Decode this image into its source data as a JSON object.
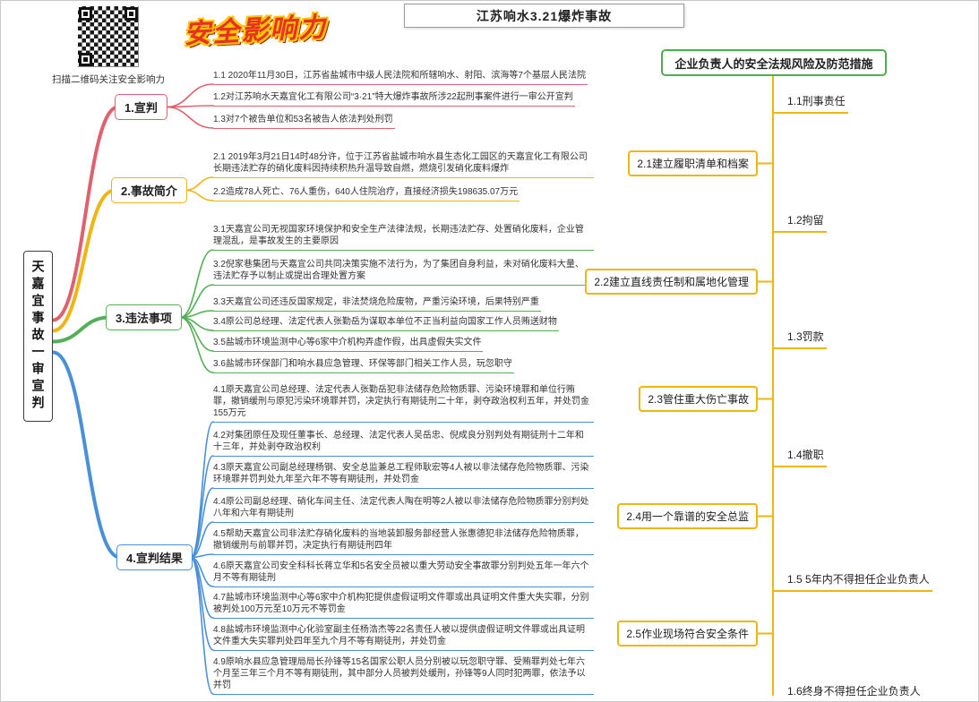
{
  "header": {
    "qr_caption": "扫描二维码关注安全影响力",
    "logo": "安全影响力",
    "title": "江苏响水3.21爆炸事故"
  },
  "center": {
    "label": "天嘉宜事故一审宣判"
  },
  "colors": {
    "branch1_red": "#e0606e",
    "branch2_yellow": "#efb510",
    "branch3_green": "#54b057",
    "branch4_blue": "#4a90d9",
    "panel_green": "#4cae4f",
    "panel_yellow": "#efb510"
  },
  "branches": [
    {
      "label": "1.宣判",
      "items": [
        "1.1 2020年11月30日，江苏省盐城市中级人民法院和所辖响水、射阳、滨海等7个基层人民法院",
        "1.2对江苏响水天嘉宜化工有限公司“3·21”特大爆炸事故所涉22起刑事案件进行一审公开宣判",
        "1.3对7个被告单位和53名被告人依法判处刑罚"
      ]
    },
    {
      "label": "2.事故简介",
      "items": [
        "2.1 2019年3月21日14时48分许，位于江苏省盐城市响水县生态化工园区的天嘉宜化工有限公司长期违法贮存的硝化废料因持续积热升温导致自燃，燃烧引发硝化废料爆炸",
        "2.2造成78人死亡、76人重伤，640人住院治疗，直接经济损失198635.07万元"
      ]
    },
    {
      "label": "3.违法事项",
      "items": [
        "3.1天嘉宜公司无视国家环境保护和安全生产法律法规，长期违法贮存、处置硝化废料，企业管理混乱，是事故发生的主要原因",
        "3.2倪家巷集团与天嘉宜公司共同决策实施不法行为，为了集团自身利益，未对硝化废料大量、违法贮存予以制止或提出合理处置方案",
        "3.3天嘉宜公司还违反国家规定，非法焚烧危险废物，严重污染环境，后果特别严重",
        "3.4原公司总经理、法定代表人张勤岳为谋取本单位不正当利益向国家工作人员贿送财物",
        "3.5盐城市环境监测中心等6家中介机构弄虚作假，出具虚假失实文件",
        "3.6盐城市环保部门和响水县应急管理、环保等部门相关工作人员，玩忽职守"
      ]
    },
    {
      "label": "4.宣判结果",
      "items": [
        "4.1原天嘉宜公司总经理、法定代表人张勤岳犯非法储存危险物质罪、污染环境罪和单位行贿罪，撤销缓刑与原犯污染环境罪并罚，决定执行有期徒刑二十年，剥夺政治权利五年，并处罚金155万元",
        "4.2对集团原任及现任董事长、总经理、法定代表人吴岳忠、倪成良分别判处有期徒刑十二年和十三年，并处剥夺政治权利",
        "4.3原天嘉宜公司副总经理杨钢、安全总监兼总工程师耿宏等4人被以非法储存危险物质罪、污染环境罪并罚判处九年至六年不等有期徒刑，并处罚金",
        "4.4原公司副总经理、硝化车间主任、法定代表人陶在明等2人被以非法储存危险物质罪分别判处八年和六年有期徒刑",
        "4.5帮助天嘉宜公司非法贮存硝化废料的当地装卸服务部经营人张惠德犯非法储存危险物质罪，撤销缓刑与前罪并罚，决定执行有期徒刑四年",
        "4.6原天嘉宜公司安全科科长蒋立华和5名安全员被以重大劳动安全事故罪分别判处五年一年六个月不等有期徒刑",
        "4.7盐城市环境监测中心等6家中介机构犯提供虚假证明文件罪或出具证明文件重大失实罪，分别被判处100万元至10万元不等罚金",
        "4.8盐城市环境监测中心化验室副主任杨浩杰等22名责任人被以提供虚假证明文件罪或出具证明文件重大失实罪判处四年至九个月不等有期徒刑，并处罚金",
        "4.9原响水县应急管理局局长孙锋等15名国家公职人员分别被以玩忽职守罪、受贿罪判处七年六个月至三年三个月不等有期徒刑，其中部分人员被判处缓刑，孙锋等9人同时犯两罪，依法予以并罚"
      ]
    }
  ],
  "right_panel": {
    "title": "企业负责人的安全法规风险及防范措施",
    "risks": [
      "1.1刑事责任",
      "1.2拘留",
      "1.3罚款",
      "1.4撤职",
      "1.5 5年内不得担任企业负责人",
      "1.6终身不得担任企业负责人"
    ],
    "measures": [
      "2.1建立履职清单和档案",
      "2.2建立直线责任制和属地化管理",
      "2.3管住重大伤亡事故",
      "2.4用一个靠谱的安全总监",
      "2.5作业现场符合安全条件"
    ]
  }
}
